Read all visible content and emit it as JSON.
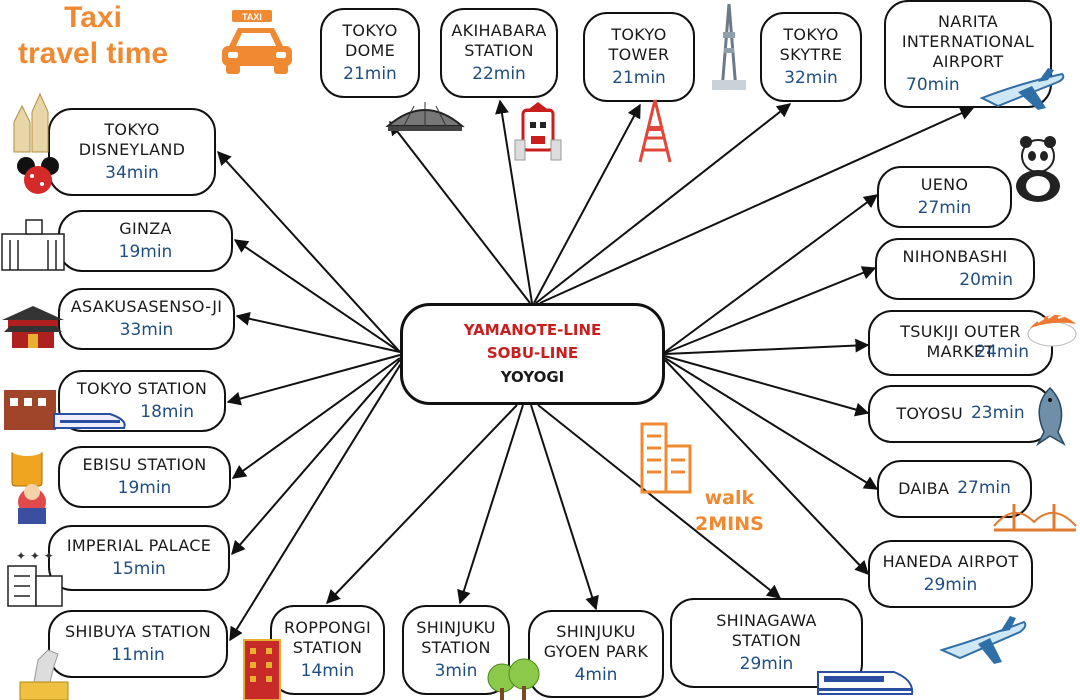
{
  "header": {
    "title_line1": "Taxi",
    "title_line2": "travel time",
    "taxi_sign": "TAXI"
  },
  "center": {
    "line1": "YAMANOTE-LINE",
    "line2": "SOBU-LINE",
    "station": "YOYOGI"
  },
  "walk": {
    "label": "walk",
    "duration": "2MINS"
  },
  "destinations": {
    "tokyo_dome": {
      "name": "TOKYO\nDOME",
      "time": "21min"
    },
    "akihabara": {
      "name": "AKIHABARA\nSTATION",
      "time": "22min"
    },
    "tokyo_tower": {
      "name": "TOKYO\nTOWER",
      "time": "21min"
    },
    "tokyo_skytree": {
      "name": "TOKYO\nSKYTRE",
      "time": "32min"
    },
    "narita": {
      "name": "NARITA\nINTERNATIONAL\nAIRPORT",
      "time": "70min"
    },
    "disneyland": {
      "name": "TOKYO\nDISNEYLAND",
      "time": "34min"
    },
    "ginza": {
      "name": "GINZA",
      "time": "19min"
    },
    "asakusa": {
      "name": "ASAKUSASENSO-JI",
      "time": "33min"
    },
    "tokyo_station": {
      "name": "TOKYO STATION",
      "time": "18min"
    },
    "ebisu": {
      "name": "EBISU STATION",
      "time": "19min"
    },
    "imperial_palace": {
      "name": "IMPERIAL PALACE",
      "time": "15min"
    },
    "shibuya": {
      "name": "SHIBUYA STATION",
      "time": "11min"
    },
    "roppongi": {
      "name": "ROPPONGI\nSTATION",
      "time": "14min"
    },
    "shinjuku": {
      "name": "SHINJUKU\nSTATION",
      "time": "3min"
    },
    "shinjuku_gyoen": {
      "name": "SHINJUKU\nGYOEN PARK",
      "time": "4min"
    },
    "shinagawa": {
      "name": "SHINAGAWA\nSTATION",
      "time": "29min"
    },
    "ueno": {
      "name": "UENO",
      "time": "27min"
    },
    "nihonbashi": {
      "name": "NIHONBASHI",
      "time": "20min"
    },
    "tsukiji": {
      "name": "TSUKIJI OUTER\nMARKET",
      "time": "24min"
    },
    "toyosu": {
      "name": "TOYOSU",
      "time": "23min"
    },
    "daiba": {
      "name": "DAIBA",
      "time": "27min"
    },
    "haneda": {
      "name": "HANEDA AIRPOT",
      "time": "29min"
    }
  },
  "icons": [
    "taxi-icon",
    "dome-icon",
    "robot-statue-icon",
    "tower-icon",
    "skytree-icon",
    "airplane-icon",
    "castle-icon",
    "building-icon",
    "temple-icon",
    "train-icon",
    "beer-icon",
    "palace-icon",
    "panda-icon",
    "sushi-icon",
    "fish-icon",
    "bridge-icon",
    "tree-icon"
  ],
  "colors": {
    "accent": "#f08a32",
    "center_text": "#c81e1e",
    "time_text": "#1f4f82",
    "border": "#111111"
  }
}
